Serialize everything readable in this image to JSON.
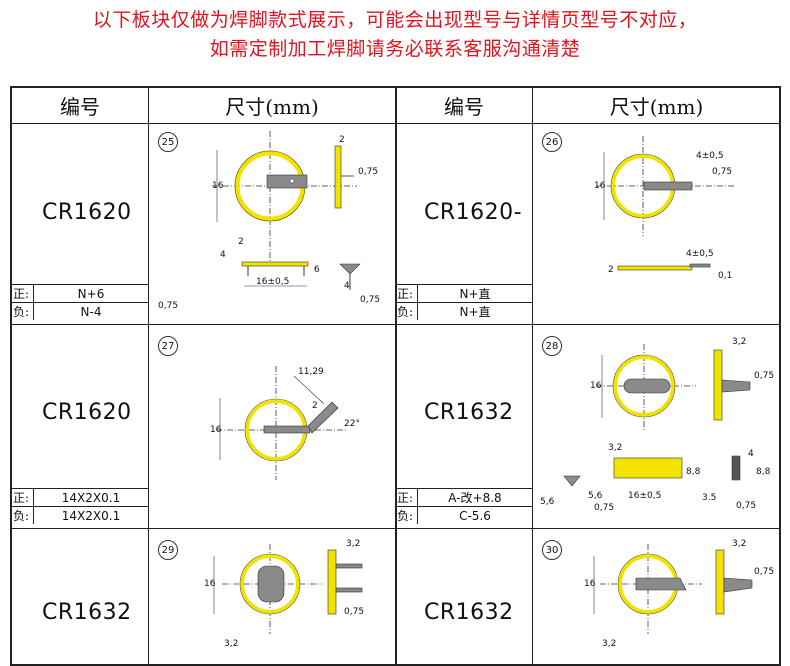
{
  "notice": {
    "line1": "以下板块仅做为焊脚款式展示，可能会出现型号与详情页型号不对应，",
    "line2": "如需定制加工焊脚请务必联系客服沟通清楚"
  },
  "table": {
    "headers": {
      "code_left": "编号",
      "size_left": "尺寸(mm)",
      "code_right": "编号",
      "size_right": "尺寸(mm)"
    },
    "rows": [
      {
        "left": {
          "model": "CR1620",
          "num": "25",
          "pos_label": "正:",
          "pos_value": "N+6",
          "neg_label": "负:",
          "neg_value": "N-4",
          "dims": [
            "16",
            "2",
            "0,75",
            "4",
            "2",
            "6",
            "16±0,5",
            "4",
            "0,75",
            "0,75"
          ]
        },
        "right": {
          "model": "CR1620-",
          "num": "26",
          "pos_label": "正:",
          "pos_value": "N+直",
          "neg_label": "负:",
          "neg_value": "N+直",
          "dims": [
            "16",
            "4±0,5",
            "0,75",
            "2",
            "4±0,5",
            "0,1"
          ]
        }
      },
      {
        "left": {
          "model": "CR1620",
          "num": "27",
          "pos_label": "正:",
          "pos_value": "14X2X0.1",
          "neg_label": "负:",
          "neg_value": "14X2X0.1",
          "dims": [
            "11,29",
            "16",
            "2",
            "22°"
          ]
        },
        "right": {
          "model": "CR1632",
          "num": "28",
          "pos_label": "正:",
          "pos_value": "A-改+8.8",
          "neg_label": "负:",
          "neg_value": "C-5.6",
          "dims": [
            "3,2",
            "16",
            "0,75",
            "3,2",
            "8,8",
            "5,6",
            "5,6",
            "16±0,5",
            "0,75",
            "3.5",
            "0,75",
            "4",
            "8,8"
          ]
        }
      },
      {
        "left": {
          "model": "CR1632",
          "num": "29",
          "dims": [
            "3,2",
            "16",
            "0,75",
            "3,2"
          ]
        },
        "right": {
          "model": "CR1632",
          "num": "30",
          "dims": [
            "3,2",
            "16",
            "0,75",
            "3,2"
          ]
        }
      }
    ]
  },
  "colors": {
    "notice": "#e0141e",
    "battery": "#f2e200",
    "lead": "#8a8a8a"
  }
}
